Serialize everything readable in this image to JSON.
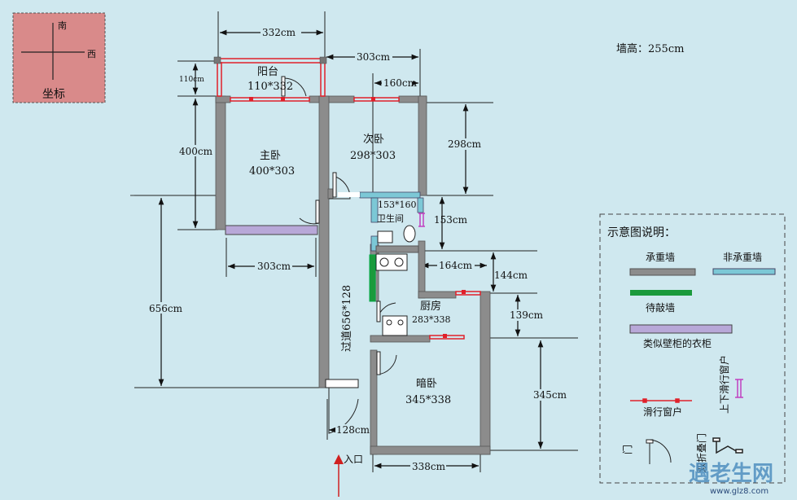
{
  "compass": {
    "north": "南",
    "west": "西",
    "label": "坐标"
  },
  "wall_height": "墙高：255cm",
  "rooms": {
    "balcony": {
      "name": "阳台",
      "size": "110*332"
    },
    "master": {
      "name": "主卧",
      "size": "400*303"
    },
    "second": {
      "name": "次卧",
      "size": "298*303"
    },
    "bath": {
      "name": "卫生间",
      "size": "153*160"
    },
    "kitchen": {
      "name": "厨房",
      "size": "283*338"
    },
    "dark": {
      "name": "暗卧",
      "size": "345*338"
    },
    "corridor": {
      "name": "过道656*128"
    }
  },
  "dims": {
    "d332": "332cm",
    "d303top": "303cm",
    "d160": "160cm",
    "d110": "110cm",
    "d400": "400cm",
    "d298": "298cm",
    "d153": "153cm",
    "d656": "656cm",
    "d303left": "303cm",
    "d144": "144cm",
    "d164": "164cm",
    "d139": "139cm",
    "d345": "345cm",
    "d128": "128cm",
    "d338": "338cm"
  },
  "entry": "入口",
  "legend": {
    "title": "示意图说明：",
    "bearing": "承重墙",
    "nonbearing": "非承重墙",
    "removable": "待敲墙",
    "wardrobe": "类似壁柜的衣柜",
    "slide": "滑行窗户",
    "vslide": "上下滑行窗户",
    "door": "门",
    "fold": "双折叠门"
  },
  "watermark": {
    "brand": "遇老生网",
    "url": "www.glz8.com"
  },
  "colors": {
    "bg": "#cfe8ef",
    "wall": "#8c8c8c",
    "nonbearing": "#7cc8d6",
    "removable": "#1b9a3c",
    "wardrobe": "#b8a8d8",
    "window": "#e0202a",
    "compass_bg": "#d98a8a"
  }
}
